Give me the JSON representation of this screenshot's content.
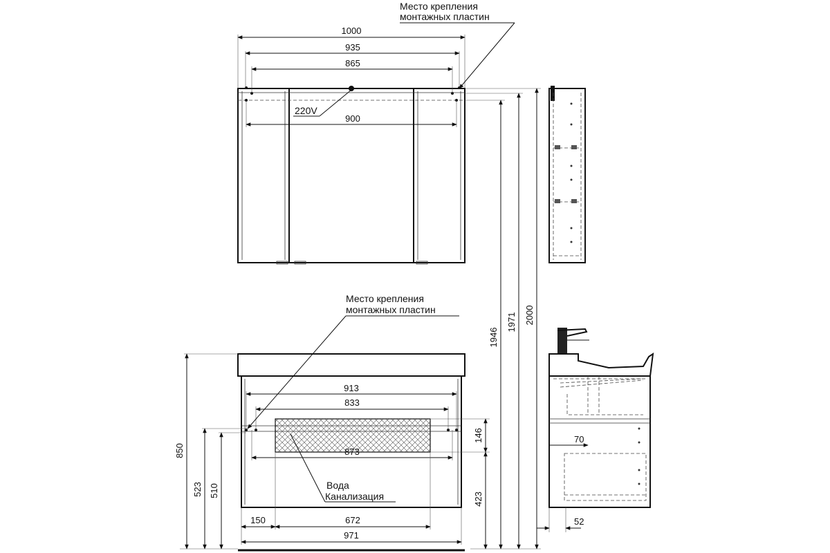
{
  "cabinet": {
    "label_mount_top_1": "Место крепления",
    "label_mount_top_2": "монтажных пластин",
    "dim_1000": "1000",
    "dim_935": "935",
    "dim_865": "865",
    "dim_900": "900",
    "label_220v": "220V"
  },
  "heights": {
    "dim_1946": "1946",
    "dim_1971": "1971",
    "dim_2000": "2000"
  },
  "vanity": {
    "label_mount_1": "Место крепления",
    "label_mount_2": "монтажных пластин",
    "dim_913": "913",
    "dim_833": "833",
    "dim_873": "873",
    "dim_146": "146",
    "dim_423": "423",
    "dim_850": "850",
    "dim_523": "523",
    "dim_510": "510",
    "dim_150": "150",
    "dim_672": "672",
    "dim_971": "971",
    "label_water": "Вода",
    "label_sewer": "Канализация"
  },
  "side": {
    "dim_70": "70",
    "dim_52": "52"
  }
}
